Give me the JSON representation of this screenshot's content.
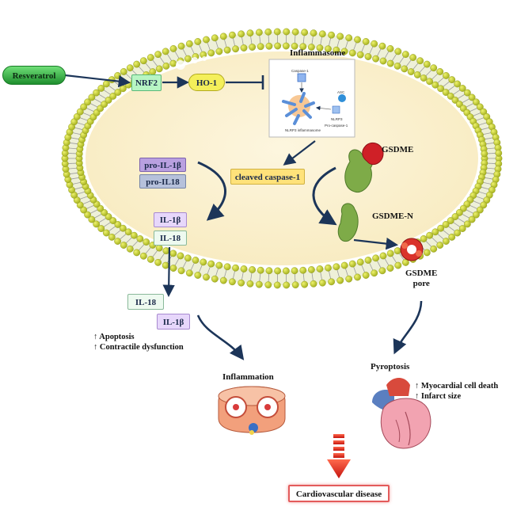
{
  "nodes": {
    "resveratrol": "Resveratrol",
    "nrf2": "NRF2",
    "ho1": "HO-1",
    "inflammasome_title": "Inflammasome",
    "pro_il1b": "pro-IL-1β",
    "pro_il18": "pro-IL18",
    "cleaved_caspase": "cleaved caspase-1",
    "gsdme": "GSDME",
    "gsdme_n": "GSDME-N",
    "il1b_inside": "IL-1β",
    "il18_inside": "IL-18",
    "gsdme_pore_line1": "GSDME",
    "gsdme_pore_line2": "pore",
    "il18_outside": "IL-18",
    "il1b_outside": "IL-1β",
    "apoptosis": "↑ Apoptosis",
    "contractile": "↑ Contractile dysfunction",
    "inflammation": "Inflammation",
    "pyroptosis": "Pyroptosis",
    "myocardial": "↑ Myocardial cell death",
    "infarct": "↑ Infarct size",
    "cvd": "Cardiovascular disease"
  },
  "inset": {
    "caspase_label": "Caspase-1",
    "asc_label": "ASC",
    "nlrp3_label": "NLRP3",
    "nlrp3_inflammasome": "NLRP3 inflammasome",
    "pro_caspase": "Pro-caspase-1"
  },
  "colors": {
    "membrane_head": "#c9d43a",
    "membrane_tail": "#9a9a9a",
    "cytoplasm": "#fbf1cf",
    "resveratrol": "#39b54a",
    "nrf2": "#b7f5c3",
    "ho1": "#f4ef5a",
    "pro_il1b": "#b9a0e0",
    "pro_il18": "#b6c1db",
    "cleaved_caspase": "#ffe27a",
    "il1b": "#e7d7fb",
    "il18": "#eefaf0",
    "arrow": "#1c3559",
    "gsdme_green": "#7eab48",
    "gsdme_red": "#cf2027",
    "cvd_border": "#e35b5b"
  }
}
